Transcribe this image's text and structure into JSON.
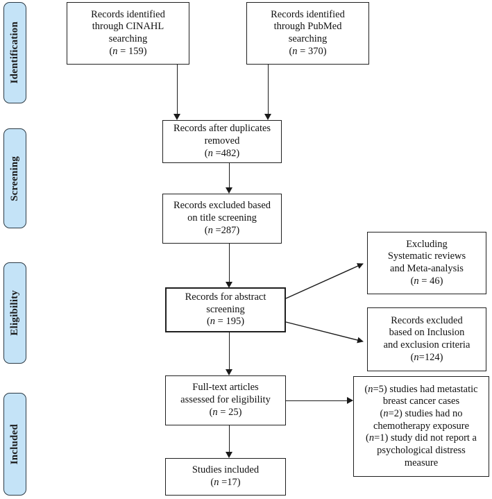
{
  "figure": {
    "type": "prisma-flow-diagram",
    "background_color": "#ffffff",
    "box_border_color": "#1f1f1f",
    "stage_bar_fill": "#c4e3f7",
    "stage_bar_border": "#2b3a45"
  },
  "stages": [
    {
      "id": "identification",
      "label": "Identification"
    },
    {
      "id": "screening",
      "label": "Screening"
    },
    {
      "id": "eligibility",
      "label": "Eligibility"
    },
    {
      "id": "included",
      "label": "Included"
    }
  ],
  "boxes": {
    "cinahl": {
      "id": "records-identified-cinahl",
      "text": "Records identified\nthrough CINAHL\nsearching\n(n = 159)",
      "count": 159
    },
    "pubmed": {
      "id": "records-identified-pubmed",
      "text": "Records identified\nthrough PubMed\nsearching\n(n = 370)",
      "count": 370
    },
    "duplicates_removed": {
      "id": "records-after-duplicates-removed",
      "text": "Records after duplicates\nremoved\n(n =482)",
      "count": 482
    },
    "title_excluded": {
      "id": "records-excluded-title-screening",
      "text": "Records excluded based\non title screening\n(n =287)",
      "count": 287
    },
    "abstract_screening": {
      "id": "records-for-abstract-screening",
      "text": "Records for abstract\nscreening\n(n = 195)",
      "count": 195
    },
    "excluding_reviews": {
      "id": "excluding-systematic-reviews",
      "text": "Excluding\nSystematic reviews\nand Meta-analysis\n(n = 46)",
      "count": 46
    },
    "inclusion_excluded": {
      "id": "records-excluded-inclusion-exclusion",
      "text": "Records excluded\nbased on Inclusion\nand exclusion criteria\n(n=124)",
      "count": 124
    },
    "fulltext_assessed": {
      "id": "full-text-articles-assessed",
      "text": "Full-text articles\nassessed for eligibility\n(n = 25)",
      "count": 25
    },
    "fulltext_excluded": {
      "id": "full-text-exclusion-reasons",
      "text": "(n=5) studies had metastatic\nbreast cancer cases\n(n=2) studies had no\nchemotherapy exposure\n(n=1) study did not report a\npsychological distress\nmeasure",
      "counts": [
        5,
        2,
        1
      ]
    },
    "studies_included": {
      "id": "studies-included",
      "text": "Studies included\n(n =17)",
      "count": 17
    }
  },
  "connectors": [
    {
      "id": "cinahl-to-duplicates",
      "kind": "vertical-arrow"
    },
    {
      "id": "pubmed-to-duplicates",
      "kind": "vertical-arrow"
    },
    {
      "id": "duplicates-to-title-excluded",
      "kind": "vertical-arrow"
    },
    {
      "id": "title-excluded-to-abstract",
      "kind": "vertical-arrow"
    },
    {
      "id": "abstract-to-excluding-reviews",
      "kind": "diagonal-arrow"
    },
    {
      "id": "abstract-to-inclusion-excluded",
      "kind": "diagonal-arrow"
    },
    {
      "id": "abstract-to-fulltext",
      "kind": "vertical-arrow"
    },
    {
      "id": "fulltext-to-exclusion-reasons",
      "kind": "horizontal-arrow"
    },
    {
      "id": "fulltext-to-studies-included",
      "kind": "vertical-arrow"
    }
  ]
}
